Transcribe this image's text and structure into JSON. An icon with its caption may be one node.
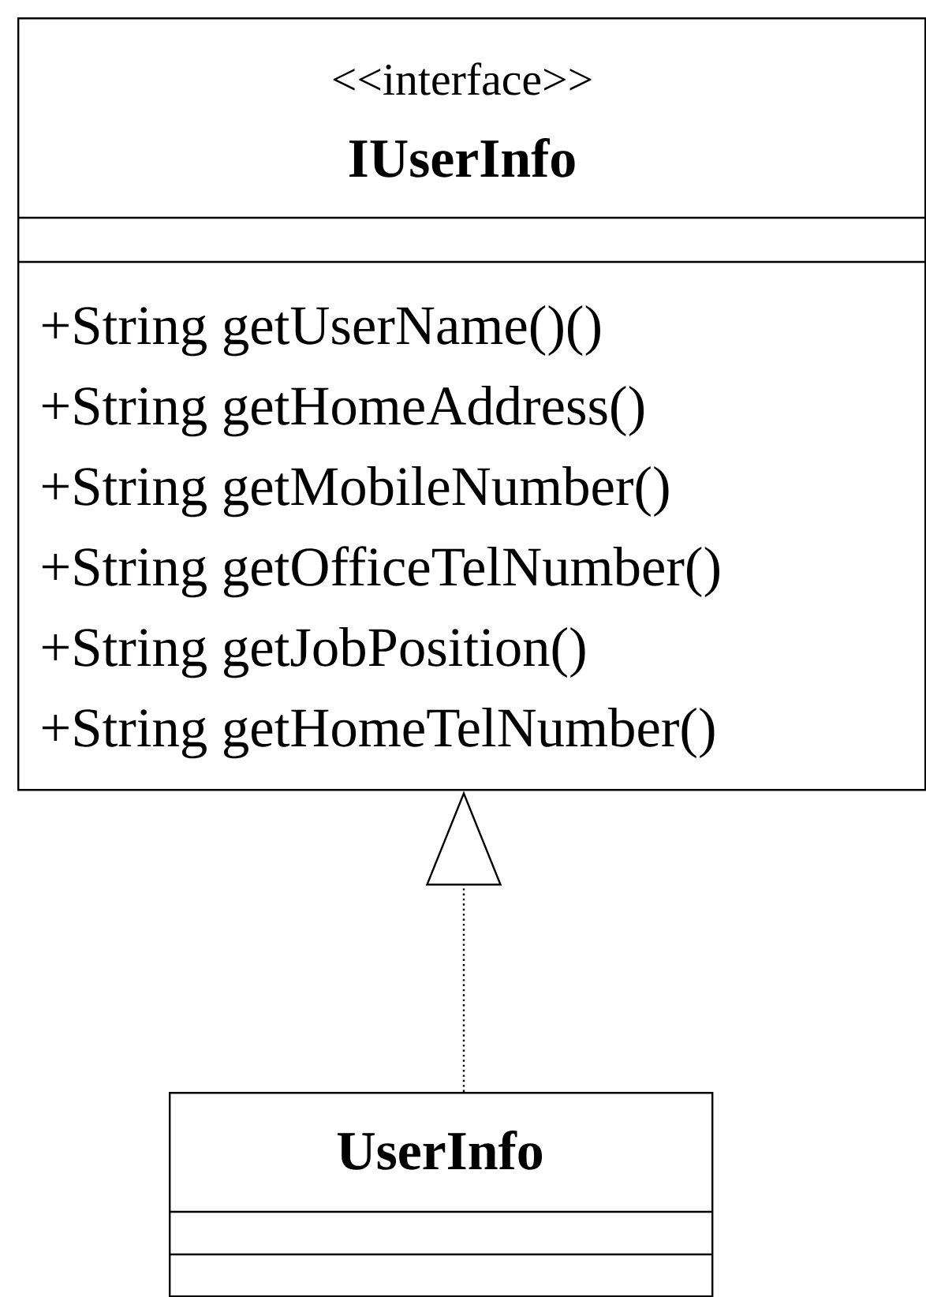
{
  "diagram": {
    "nodes": [
      {
        "text": [
          "<<interface>>",
          "IUserInfo",
          "+String getUserName()()",
          "+String getHomeAddress()",
          "+String getMobileNumber()",
          "+String getOfficeTelNumber()",
          "+String getJobPosition()",
          "+String getHomeTelNumber()"
        ]
      },
      {
        "text": [
          "UserInfo"
        ]
      }
    ],
    "edges": [
      {
        "from": 1,
        "to": 0,
        "arrow": "to",
        "style": "dashed"
      }
    ]
  }
}
